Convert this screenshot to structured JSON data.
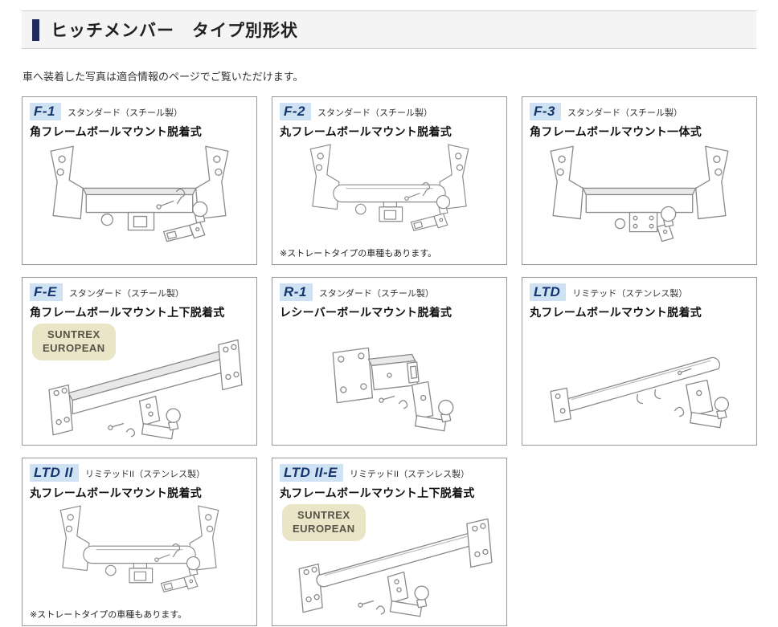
{
  "page": {
    "title": "ヒッチメンバー　タイプ別形状",
    "intro": "車へ装着した写真は適合情報のページでご覧いただけます。"
  },
  "cards": [
    {
      "code": "F-1",
      "grade": "スタンダード（スチール製）",
      "title": "角フレームボールマウント脱着式"
    },
    {
      "code": "F-2",
      "grade": "スタンダード（スチール製）",
      "title": "丸フレームボールマウント脱着式",
      "note": "※ストレートタイプの車種もあります。"
    },
    {
      "code": "F-3",
      "grade": "スタンダード（スチール製）",
      "title": "角フレームボールマウント一体式"
    },
    {
      "code": "F-E",
      "grade": "スタンダード（スチール製）",
      "title": "角フレームボールマウント上下脱着式",
      "stamp_line1": "SUNTREX",
      "stamp_line2": "EUROPEAN"
    },
    {
      "code": "R-1",
      "grade": "スタンダード（スチール製）",
      "title": "レシーバーボールマウント脱着式"
    },
    {
      "code": "LTD",
      "grade": "リミテッド（ステンレス製）",
      "title": "丸フレームボールマウント脱着式"
    },
    {
      "code": "LTD II",
      "grade": "リミテッドII（ステンレス製）",
      "title": "丸フレームボールマウント脱着式",
      "note": "※ストレートタイプの車種もあります。"
    },
    {
      "code": "LTD II-E",
      "grade": "リミテッドII（ステンレス製）",
      "title": "丸フレームボールマウント上下脱着式",
      "stamp_line1": "SUNTREX",
      "stamp_line2": "EUROPEAN"
    }
  ],
  "colors": {
    "accent_navy": "#1c2c5e",
    "badge_blue": "#cfe2f3",
    "stamp_beige": "#e9e5c6"
  }
}
